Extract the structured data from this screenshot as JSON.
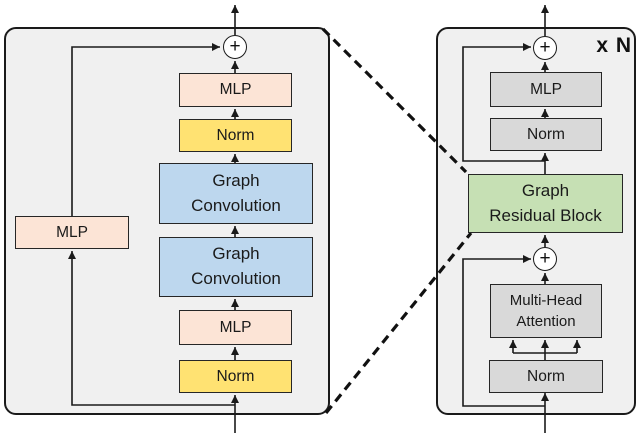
{
  "figure": {
    "repeat_label": "x N",
    "add_symbol": "+"
  },
  "icons": {
    "residual_add": "plus-in-circle"
  },
  "colors": {
    "background": "#FFFFFF",
    "panel_fill": "#F0F0F0",
    "panel_border": "#1A1A1A",
    "wire": "#1A1A1A",
    "mlp_fill": "#FCE4D6",
    "norm_fill": "#FFE272",
    "graph_conv_fill": "#BDD7EE",
    "graph_residual_fill": "#C6E0B4",
    "gray_block_fill": "#D9D9D9"
  },
  "left_panel": {
    "blocks": {
      "mlp_top": "MLP",
      "norm_top": "Norm",
      "graph_conv_top": "Graph\nConvolution",
      "graph_conv_bottom": "Graph\nConvolution",
      "mlp_mid": "MLP",
      "norm_bottom": "Norm",
      "mlp_skip": "MLP"
    }
  },
  "right_panel": {
    "repeat_label": "x N",
    "blocks": {
      "mlp": "MLP",
      "norm_top": "Norm",
      "graph_residual_block": "Graph\nResidual Block",
      "multi_head_attention": "Multi-Head\nAttention",
      "norm_bottom": "Norm"
    }
  }
}
